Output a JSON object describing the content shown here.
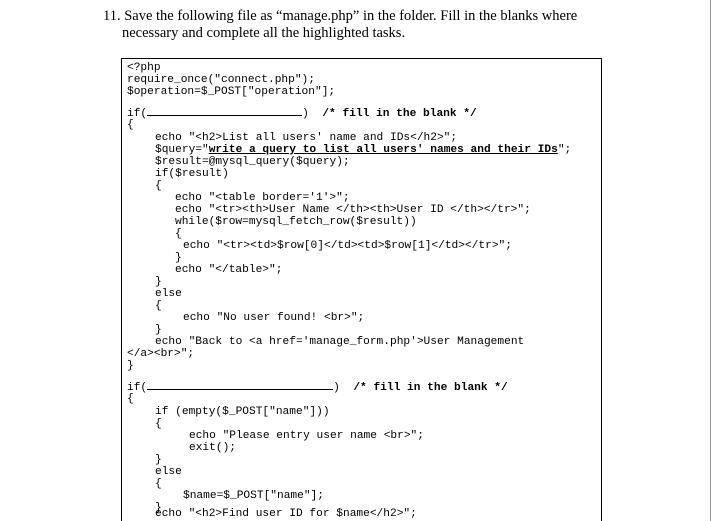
{
  "question": {
    "line1": "11. Save the following file as “manage.php” in the folder. Fill in the blanks where",
    "line2": "necessary and complete all the highlighted tasks."
  },
  "code": {
    "php_open": "<?php",
    "require": "require_once(\"connect.php\");",
    "operation": "$operation=$_POST[\"operation\"];",
    "if1_open": "if(",
    "if1_close": ")",
    "if1_comment": "/* fill in the blank */",
    "brace_open": "{",
    "brace_close": "}",
    "echo_h2_list": "echo \"<h2>List all users' name and IDs</h2>\";",
    "query_prefix": "$query=\"",
    "query_task": "write a query to list all users' names and their IDs",
    "query_suffix": "\";",
    "result": "$result=@mysql_query($query);",
    "if_result": "if($result)",
    "echo_table": "echo \"<table border='1'>\";",
    "echo_header_row": "echo \"<tr><th>User Name </th><th>User ID </th></tr>\";",
    "while_loop": "while($row=mysql_fetch_row($result))",
    "echo_data_row": "echo \"<tr><td>$row[0]</td><td>$row[1]</td></tr>\";",
    "echo_table_close": "echo \"</table>\";",
    "else": "else",
    "echo_no_user": "echo \"No user found! <br>\";",
    "echo_back": "echo \"Back to <a href='manage_form.php'>User Management",
    "echo_back_cont": "</a><br>\";",
    "if2_open": "if(",
    "if2_close": ")",
    "if2_comment": "/* fill in the blank */",
    "if_empty": "if (empty($_POST[\"name\"]))",
    "echo_please": "echo \"Please entry user name <br>\";",
    "exit": "exit();",
    "name_assign": "$name=$_POST[\"name\"];",
    "echo_find": "echo \"<h2>Find user ID for $name</h2>\";"
  }
}
